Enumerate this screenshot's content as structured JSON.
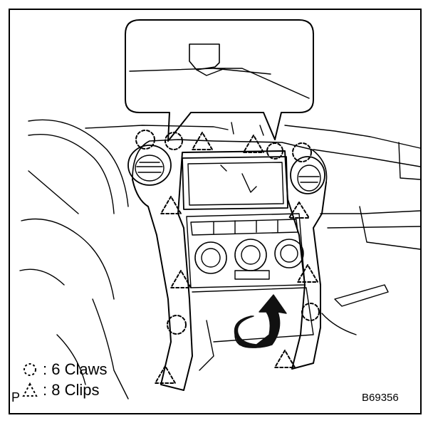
{
  "legend": {
    "claws": {
      "symbol": "circle",
      "label": ": 6 Claws"
    },
    "clips": {
      "symbol": "triangle",
      "label": ": 8 Clips"
    }
  },
  "page_letter": "P",
  "figure_code": "B69356",
  "colors": {
    "ink": "#000000",
    "paper": "#ffffff",
    "arrow_fill": "#111111"
  }
}
